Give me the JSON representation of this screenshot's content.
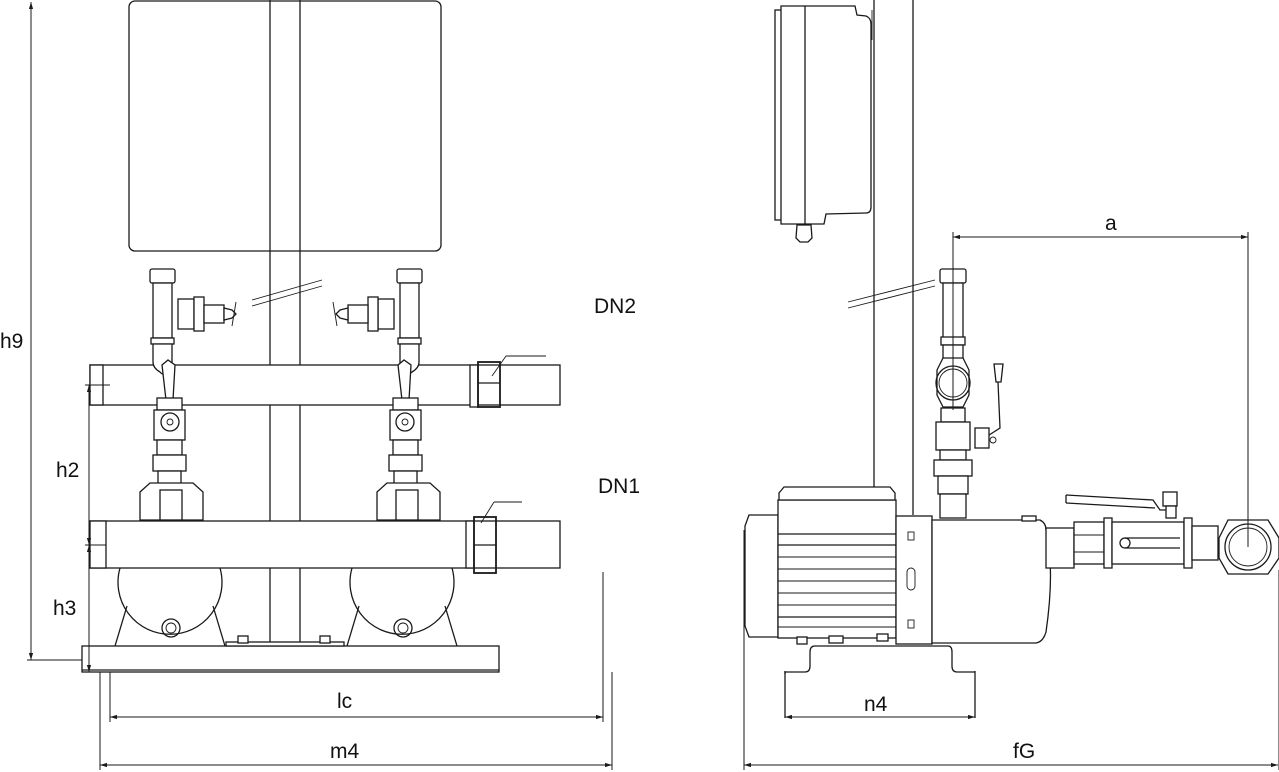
{
  "drawing": {
    "type": "dimension drawing",
    "views": [
      "front-view",
      "side-view"
    ],
    "line_color": "#1a1a1a",
    "background_color": "#ffffff"
  },
  "front_view": {
    "dimensions": {
      "h9": "h9",
      "h2": "h2",
      "h3": "h3",
      "lc": "lc",
      "m4": "m4"
    },
    "connections": {
      "discharge": "DN2",
      "suction": "DN1"
    }
  },
  "side_view": {
    "dimensions": {
      "a": "a",
      "n4": "n4",
      "fG": "fG"
    }
  }
}
